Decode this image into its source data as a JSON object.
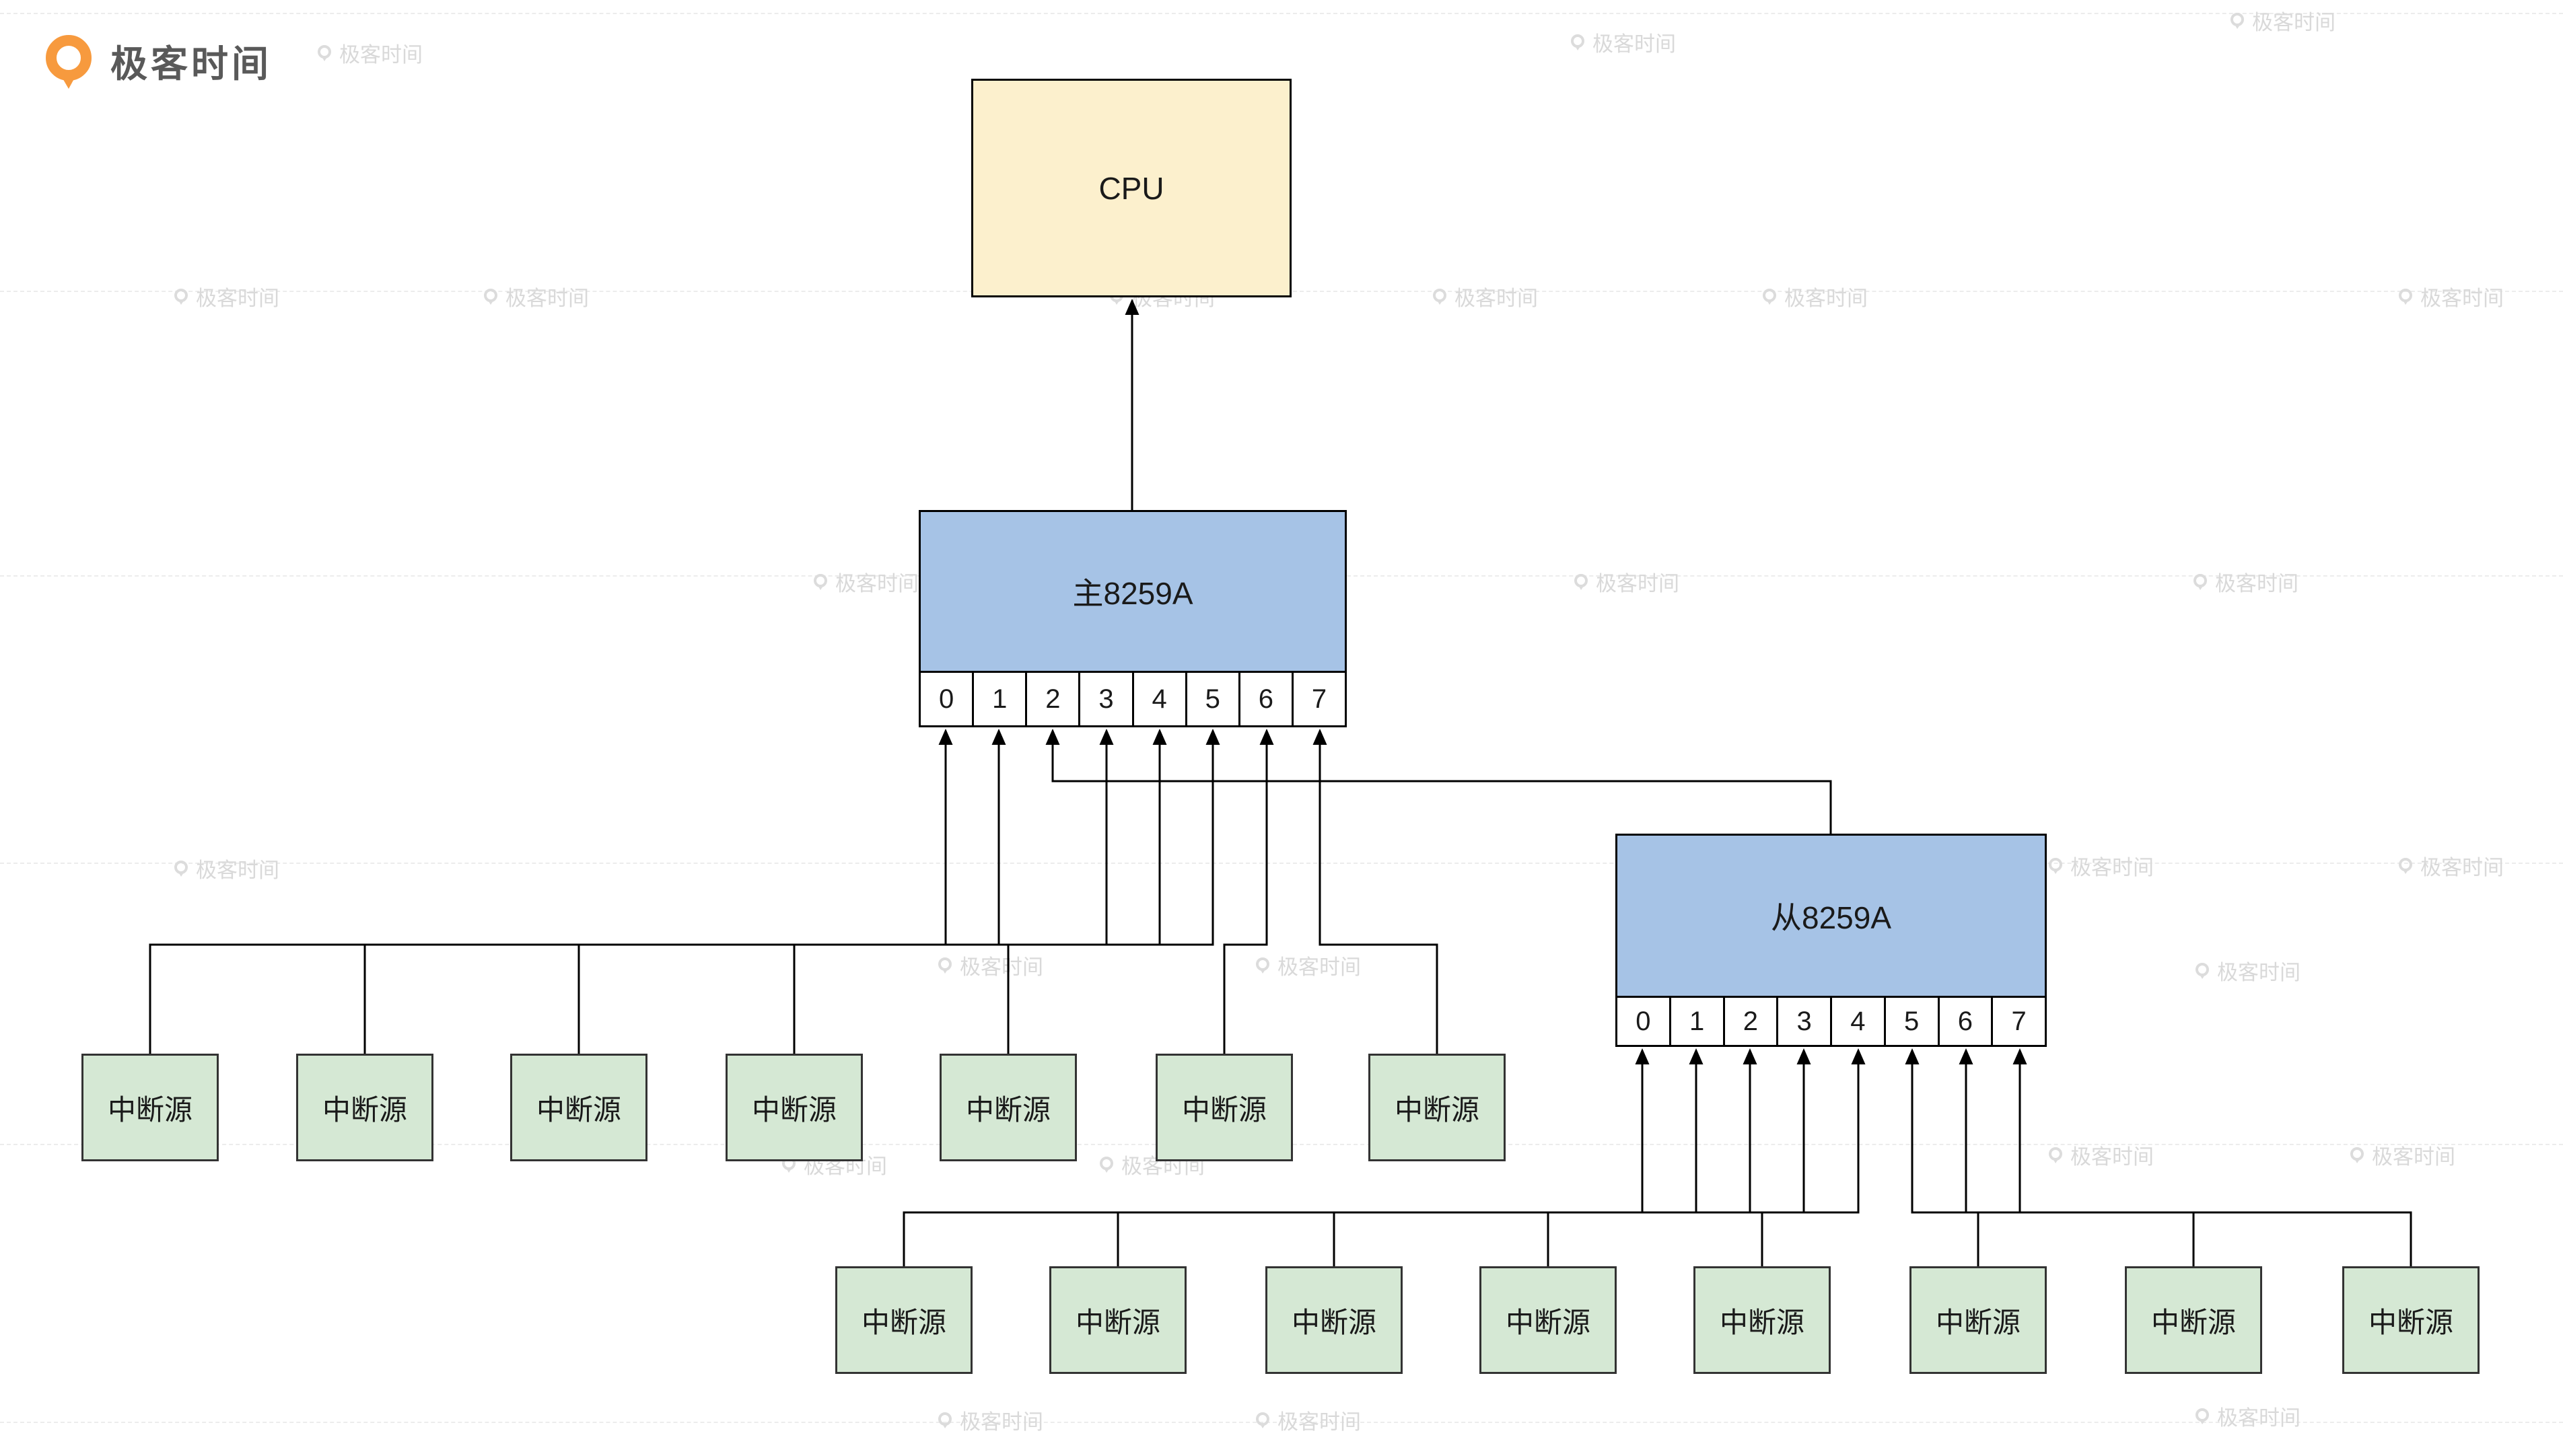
{
  "brand": {
    "name": "极客时间"
  },
  "watermark": {
    "text": "极客时间"
  },
  "diagram": {
    "cpu_label": "CPU",
    "master_label": "主8259A",
    "slave_label": "从8259A",
    "master_pins": [
      "0",
      "1",
      "2",
      "3",
      "4",
      "5",
      "6",
      "7"
    ],
    "slave_pins": [
      "0",
      "1",
      "2",
      "3",
      "4",
      "5",
      "6",
      "7"
    ],
    "master_sources": [
      "中断源",
      "中断源",
      "中断源",
      "中断源",
      "中断源",
      "中断源",
      "中断源"
    ],
    "slave_sources": [
      "中断源",
      "中断源",
      "中断源",
      "中断源",
      "中断源",
      "中断源",
      "中断源",
      "中断源"
    ],
    "connections": {
      "master_output_to": "CPU",
      "slave_output_to_master_pin": "2",
      "master_pin_inputs": [
        "中断源",
        "中断源",
        "从8259A",
        "中断源",
        "中断源",
        "中断源",
        "中断源",
        "中断源"
      ],
      "slave_pin_inputs": [
        "中断源",
        "中断源",
        "中断源",
        "中断源",
        "中断源",
        "中断源",
        "中断源",
        "中断源"
      ]
    },
    "colors": {
      "cpu_fill": "#fcf0cd",
      "controller_fill": "#a6c3e6",
      "source_fill": "#d5e8d4",
      "line": "#000000",
      "watermark": "#d9d9d9",
      "brand_orange": "#f79a3e"
    }
  }
}
